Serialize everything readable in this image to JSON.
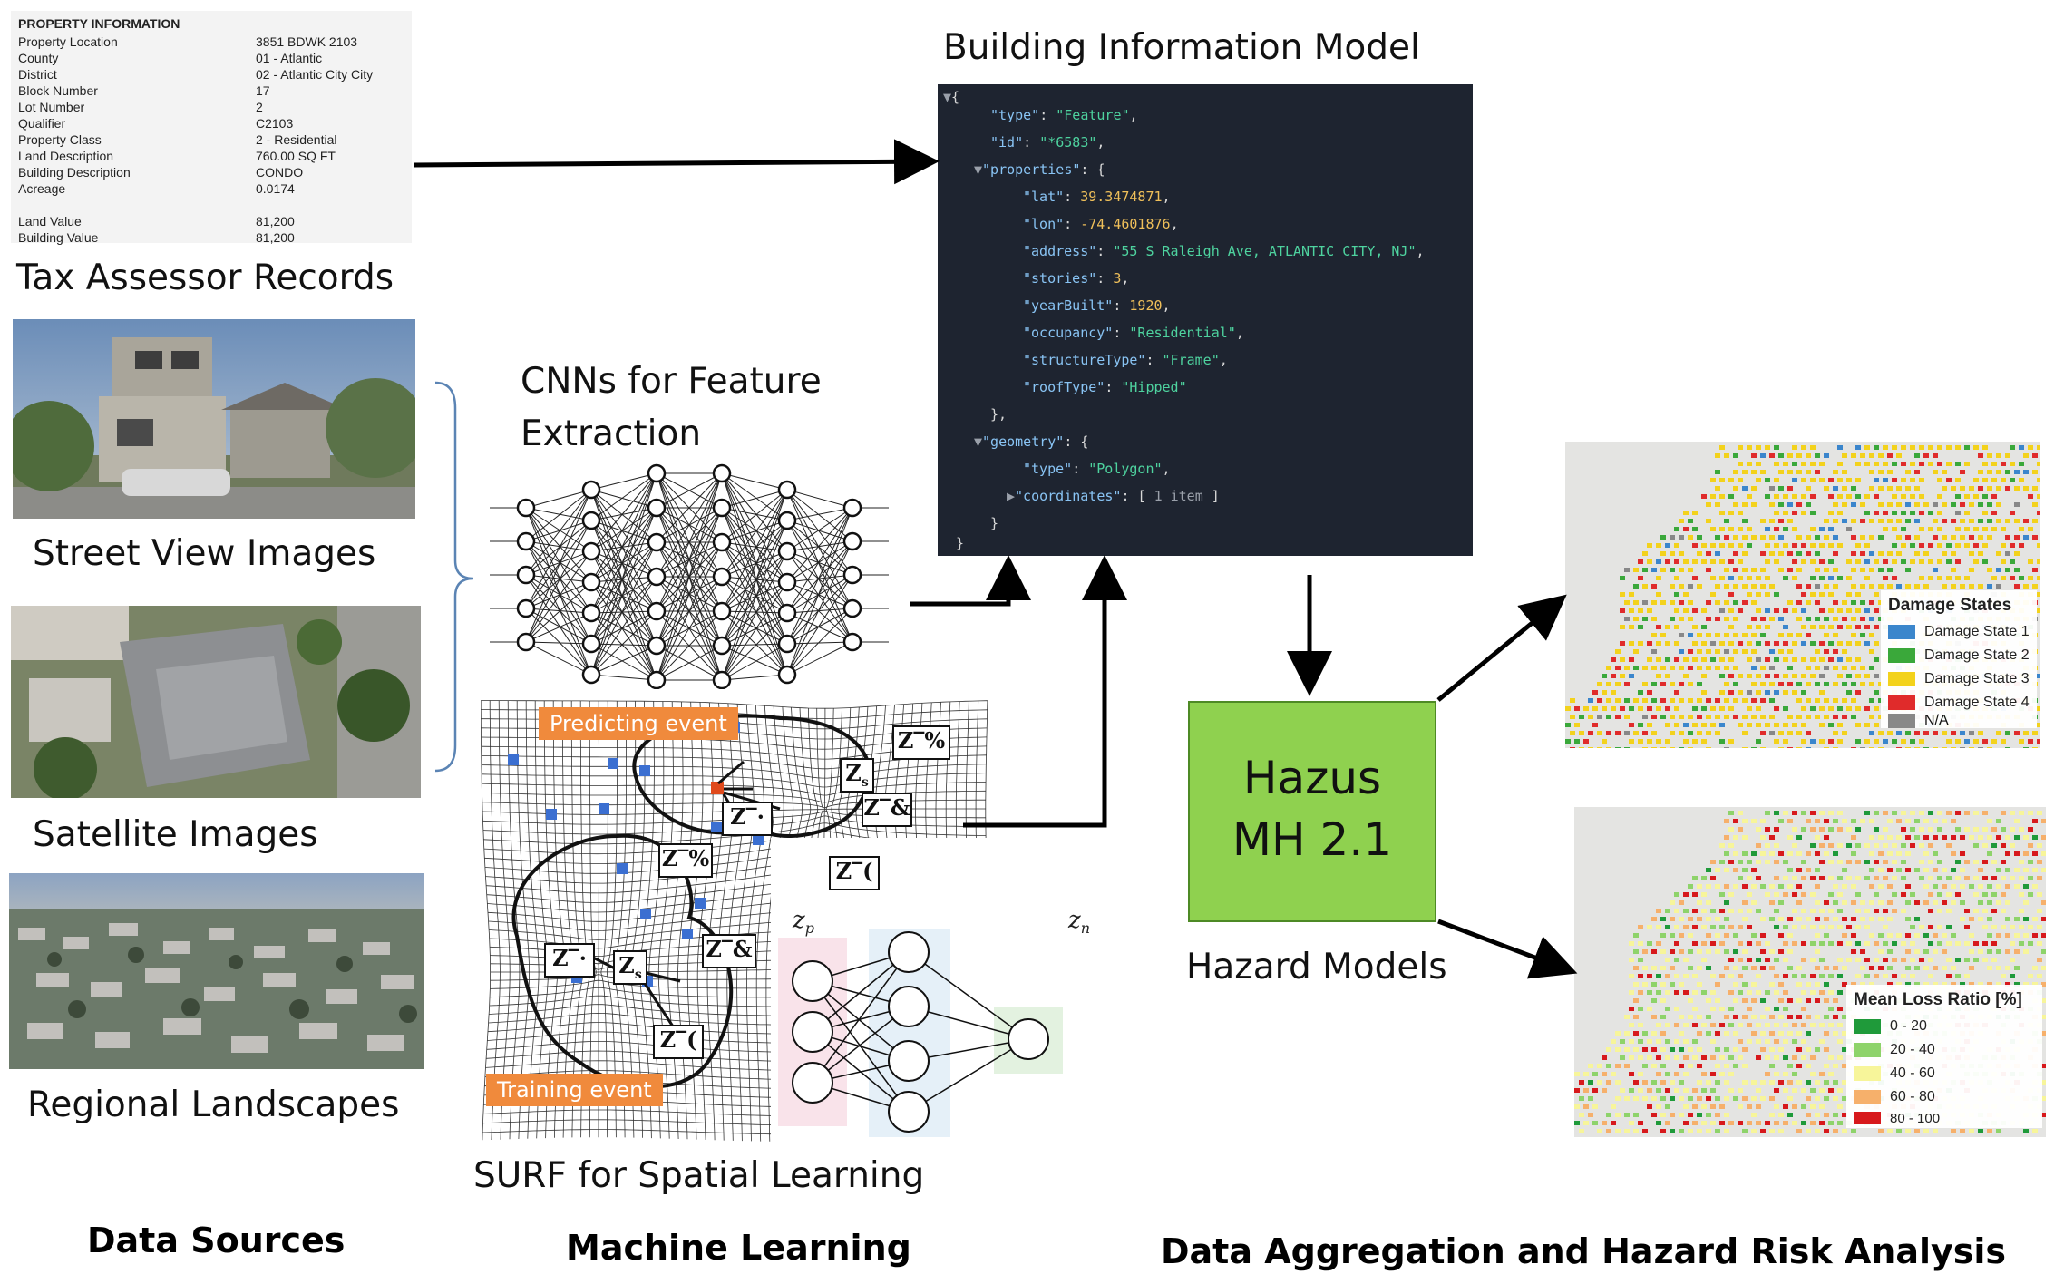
{
  "property_info": {
    "header": "PROPERTY INFORMATION",
    "rows": [
      {
        "label": "Property Location",
        "value": "3851 BDWK 2103"
      },
      {
        "label": "County",
        "value": "01 - Atlantic"
      },
      {
        "label": "District",
        "value": "02 - Atlantic City City"
      },
      {
        "label": "Block Number",
        "value": "17"
      },
      {
        "label": "Lot Number",
        "value": "2"
      },
      {
        "label": "Qualifier",
        "value": "C2103"
      },
      {
        "label": "Property Class",
        "value": "2 - Residential"
      },
      {
        "label": "Land Description",
        "value": "760.00 SQ FT"
      },
      {
        "label": "Building Description",
        "value": "CONDO"
      },
      {
        "label": "Acreage",
        "value": "0.0174"
      },
      {
        "label": "Land Value",
        "value": "81,200"
      },
      {
        "label": "Building Value",
        "value": "81,200"
      }
    ]
  },
  "captions": {
    "tax": "Tax Assessor Records",
    "street": "Street View Images",
    "satellite": "Satellite Images",
    "regional": "Regional Landscapes",
    "cnn_line1": "CNNs for Feature",
    "cnn_line2": "Extraction",
    "surf": "SURF for Spatial Learning",
    "bim": "Building  Information Model",
    "hazard": "Hazard Models"
  },
  "sections": {
    "data_sources": "Data Sources",
    "machine_learning": "Machine Learning",
    "aggregation": "Data Aggregation and Hazard Risk Analysis"
  },
  "bim_json": {
    "open": "{",
    "type_key": "\"type\"",
    "type_val": "\"Feature\"",
    "id_key": "\"id\"",
    "id_val": "\"*6583\"",
    "props_key": "\"properties\"",
    "lat_key": "\"lat\"",
    "lat_val": "39.3474871",
    "lon_key": "\"lon\"",
    "lon_val": "-74.4601876",
    "address_key": "\"address\"",
    "address_val": "\"55 S Raleigh Ave, ATLANTIC CITY, NJ\"",
    "stories_key": "\"stories\"",
    "stories_val": "3",
    "year_key": "\"yearBuilt\"",
    "year_val": "1920",
    "occ_key": "\"occupancy\"",
    "occ_val": "\"Residential\"",
    "struct_key": "\"structureType\"",
    "struct_val": "\"Frame\"",
    "roof_key": "\"roofType\"",
    "roof_val": "\"Hipped\"",
    "close_props": "},",
    "geom_key": "\"geometry\"",
    "gtype_key": "\"type\"",
    "gtype_val": "\"Polygon\"",
    "coords_key": "\"coordinates\"",
    "coords_val": "1 item",
    "close_geom": "}",
    "close": "}"
  },
  "hazus": {
    "line1": "Hazus",
    "line2": "MH 2.1"
  },
  "surf": {
    "predicting": "Predicting event",
    "training": "Training event",
    "zp": "z",
    "zp_sub": "p",
    "zn": "z",
    "zn_sub": "n"
  },
  "damage_legend": {
    "title": "Damage States",
    "items": [
      {
        "label": "Damage State 1",
        "color": "#3b86cc"
      },
      {
        "label": "Damage State 2",
        "color": "#3aa83a"
      },
      {
        "label": "Damage State 3",
        "color": "#f3d21c"
      },
      {
        "label": "Damage State 4",
        "color": "#e02b2b"
      },
      {
        "label": "N/A",
        "color": "#888888"
      }
    ]
  },
  "loss_legend": {
    "title": "Mean Loss Ratio [%]",
    "items": [
      {
        "label": "0 - 20",
        "color": "#1f9a3a"
      },
      {
        "label": "20 - 40",
        "color": "#8ed36a"
      },
      {
        "label": "40 - 60",
        "color": "#f7f59a"
      },
      {
        "label": "60 - 80",
        "color": "#f6b06b"
      },
      {
        "label": "80 - 100",
        "color": "#d7191c"
      }
    ]
  }
}
